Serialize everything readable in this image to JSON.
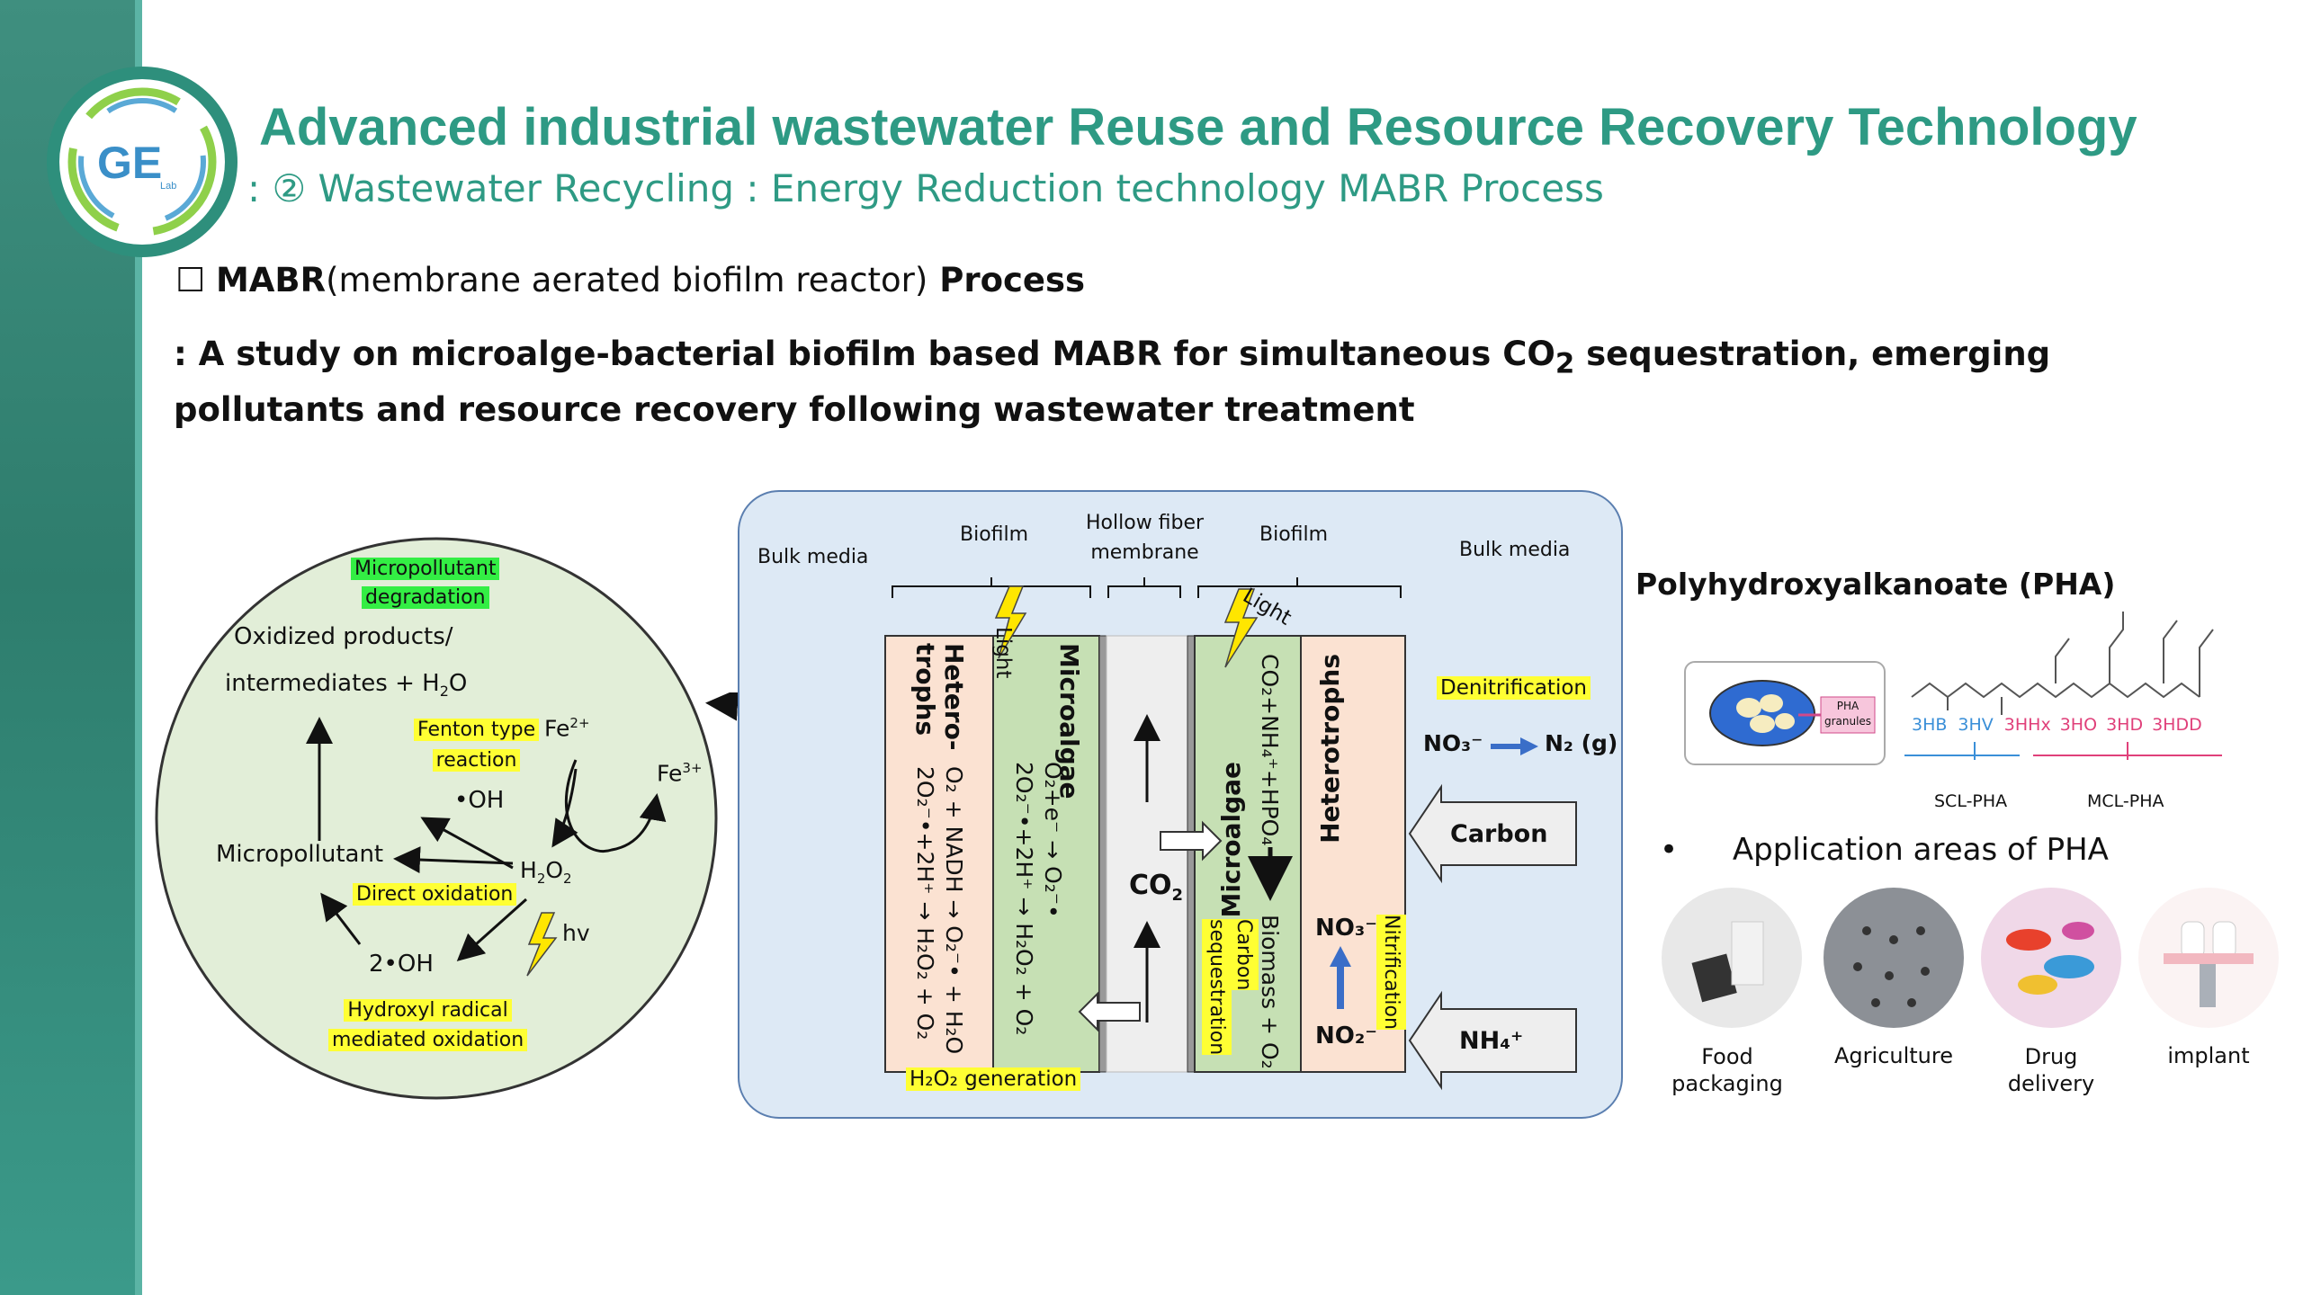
{
  "header": {
    "logo_text": "GE",
    "logo_sub": "Lab",
    "title": "Advanced industrial wastewater Reuse and Resource Recovery Technology",
    "subtitle": ": ② Wastewater Recycling : Energy Reduction technology MABR Process"
  },
  "section": {
    "checkbox": "☐",
    "abbr": "MABR",
    "full": "(membrane aerated biofilm reactor)",
    "tail": " Process"
  },
  "study": {
    "line_pre": ": A study on microalge-bacterial biofilm based MABR for simultaneous CO",
    "line_sub": "2",
    "line_post": " sequestration, emerging pollutants and resource recovery following wastewater treatment"
  },
  "circle": {
    "micropollutant_degradation_1": "Micropollutant",
    "micropollutant_degradation_2": "degradation",
    "oxidized_1": "Oxidized products/",
    "oxidized_2": "intermediates + H",
    "oxidized_2_sub": "2",
    "oxidized_2_end": "O",
    "fenton_1": "Fenton type",
    "fenton_2": "reaction",
    "fe2": "Fe",
    "fe2_sup": "2+",
    "fe3": "Fe",
    "fe3_sup": "3+",
    "oh": "•OH",
    "micropollutant": "Micropollutant",
    "h2o2": "H",
    "h2o2_sub1": "2",
    "h2o2_mid": "O",
    "h2o2_sub2": "2",
    "direct_oxidation": "Direct oxidation",
    "hv": "hv",
    "two_oh": "2•OH",
    "hydroxyl_1": "Hydroxyl radical",
    "hydroxyl_2": "mediated oxidation"
  },
  "reactor": {
    "bulk_media_left": "Bulk media",
    "biofilm_left": "Biofilm",
    "hollow_1": "Hollow fiber",
    "hollow_2": "membrane",
    "biofilm_right": "Biofilm",
    "bulk_media_right": "Bulk media",
    "light": "Light",
    "hetero_1": "Hetero-",
    "hetero_2": "trophs",
    "microalgae": "Microalgae",
    "eq1": "O₂ + NADH → O₂⁻• + H₂O",
    "eq2": "2O₂⁻•+2H⁺ → H₂O₂ + O₂",
    "eq3": "O₂+e⁻ → O₂⁻•",
    "eq4": "2O₂⁻•+2H⁺ → H₂O₂ + O₂",
    "co2": "CO",
    "co2_sub": "2",
    "eq5": "CO₂+NH₄⁺+HPO₄",
    "eq6": "Biomass + O₂",
    "carbon_seq_1": "Carbon",
    "carbon_seq_2": "sequestration",
    "heterotrophs": "Heterotrophs",
    "nitrification": "Nitrification",
    "no3": "NO₃⁻",
    "no2": "NO₂⁻",
    "h2o2_generation": "H₂O₂ generation",
    "denitrification": "Denitrification",
    "denit_eq_left": "NO₃⁻",
    "denit_eq_right": "N₂ (g)",
    "carbon": "Carbon",
    "nh4": "NH₄⁺"
  },
  "pha": {
    "title": "Polyhydroxyalkanoate (PHA)",
    "granules_1": "PHA",
    "granules_2": "granules",
    "monomers": [
      "3HB",
      "3HV",
      "3HHx",
      "3HO",
      "3HD",
      "3HDD"
    ],
    "scl": "SCL-PHA",
    "mcl": "MCL-PHA",
    "bullet": "•",
    "app_title": "Application areas of PHA",
    "apps": [
      "Food packaging",
      "Agriculture",
      "Drug delivery",
      "implant"
    ]
  },
  "colors": {
    "accent": "#2e9a84",
    "highlight_yellow": "#ffff33",
    "highlight_green": "#33ee44",
    "reactor_bg": "#dde9f5",
    "hetero_bg": "#fbe2d2",
    "algae_bg": "#c6e0b4",
    "circle_bg": "#e2eed8"
  }
}
